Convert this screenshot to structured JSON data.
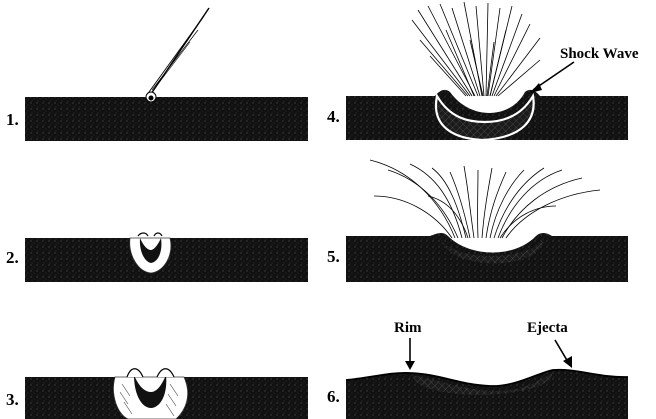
{
  "steps": [
    {
      "number": "1.",
      "stage": "incoming-meteoroid"
    },
    {
      "number": "2.",
      "stage": "penetration"
    },
    {
      "number": "3.",
      "stage": "deeper-penetration"
    },
    {
      "number": "4.",
      "stage": "shock-wave-expansion"
    },
    {
      "number": "5.",
      "stage": "excavation"
    },
    {
      "number": "6.",
      "stage": "final-crater"
    }
  ],
  "labels": {
    "shock_wave": "Shock Wave",
    "rim": "Rim",
    "ejecta": "Ejecta"
  },
  "colors": {
    "ground": "#0d0d0d",
    "glow": "#ffffff",
    "background": "#ffffff"
  }
}
